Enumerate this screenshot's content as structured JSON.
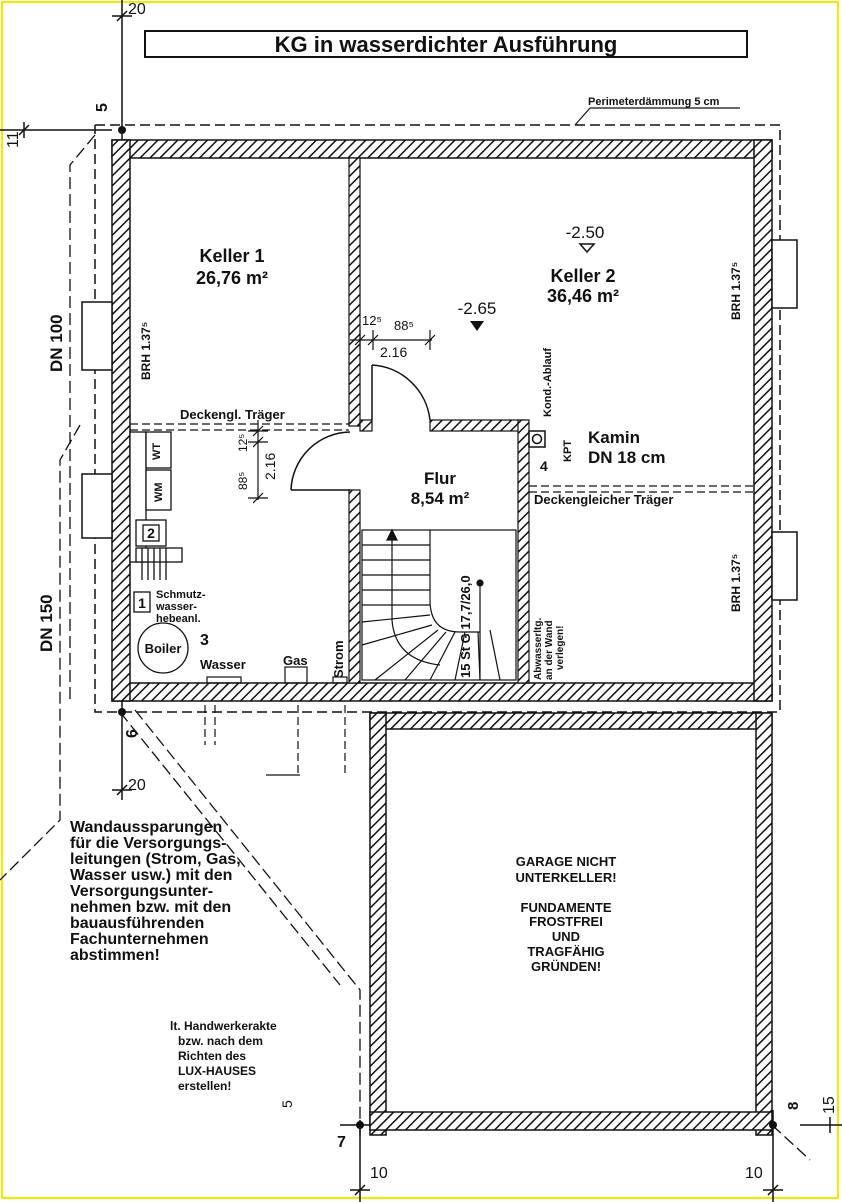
{
  "title": "KG in wasserdichter Ausführung",
  "perimeter": "Perimeterdämmung 5 cm",
  "colors": {
    "ink": "#111111",
    "border": "#f3ea00",
    "paper": "#ffffff"
  },
  "rooms": {
    "keller1": {
      "name": "Keller 1",
      "area": "26,76 m²"
    },
    "keller2": {
      "name": "Keller 2",
      "area": "36,46 m²"
    },
    "flur": {
      "name": "Flur",
      "area": "8,54 m²"
    }
  },
  "kamin": {
    "name": "Kamin",
    "size": "DN 18 cm"
  },
  "levels": {
    "k2": "-2.50",
    "k1": "-2.65"
  },
  "pipes": {
    "dn100": "DN 100",
    "dn150": "DN 150"
  },
  "brh": {
    "left": "BRH 1.37⁵",
    "right_top": "BRH 1.37⁵",
    "right_mid": "BRH 1.37⁵"
  },
  "beams": {
    "left": "Deckengl. Träger",
    "right": "Deckengleicher Träger"
  },
  "dims": {
    "d1": "12⁵",
    "d2": "88⁵",
    "d3": "2.16",
    "v1": "88⁵",
    "v2": "12⁵",
    "v3": "2.16",
    "top": "20",
    "bottom": "20",
    "left_11": "11",
    "left_5": "5",
    "bl": "10",
    "br": "10",
    "right15": "15",
    "bot5": "5"
  },
  "markers": {
    "m1": "1",
    "m2": "2",
    "m3": "3",
    "m4": "4",
    "m6": "6",
    "m7": "7",
    "m8": "8"
  },
  "appliances": {
    "wt": "WT",
    "wm": "WM",
    "boiler": "Boiler"
  },
  "utilities": {
    "wasser": "Wasser",
    "gas": "Gas",
    "strom": "Strom"
  },
  "stairs": {
    "text": "15 St G 17,7/26,0"
  },
  "labels": {
    "kond": "Kond.-Ablauf",
    "kpt": "KPT",
    "abwasser": [
      "Abwasserltg.",
      "an der Wand",
      "verlegen!"
    ],
    "hebe": [
      "Schmutz-",
      "wasser-",
      "hebeanl."
    ]
  },
  "garage": [
    "GARAGE NICHT",
    "UNTERKELLER!",
    "",
    "FUNDAMENTE",
    "FROSTFREI",
    "UND",
    "TRAGFÄHIG",
    "GRÜNDEN!"
  ],
  "note1": [
    "Wandaussparungen",
    "für die Versorgungs-",
    "leitungen (Strom, Gas,",
    "Wasser usw.) mit den",
    "Versorgungsunter-",
    "nehmen bzw. mit den",
    "bauausführenden",
    "Fachunternehmen",
    "abstimmen!"
  ],
  "note2": [
    "lt. Handwerkerakte",
    "bzw. nach dem",
    "Richten des",
    "LUX-HAUSES",
    "erstellen!"
  ]
}
